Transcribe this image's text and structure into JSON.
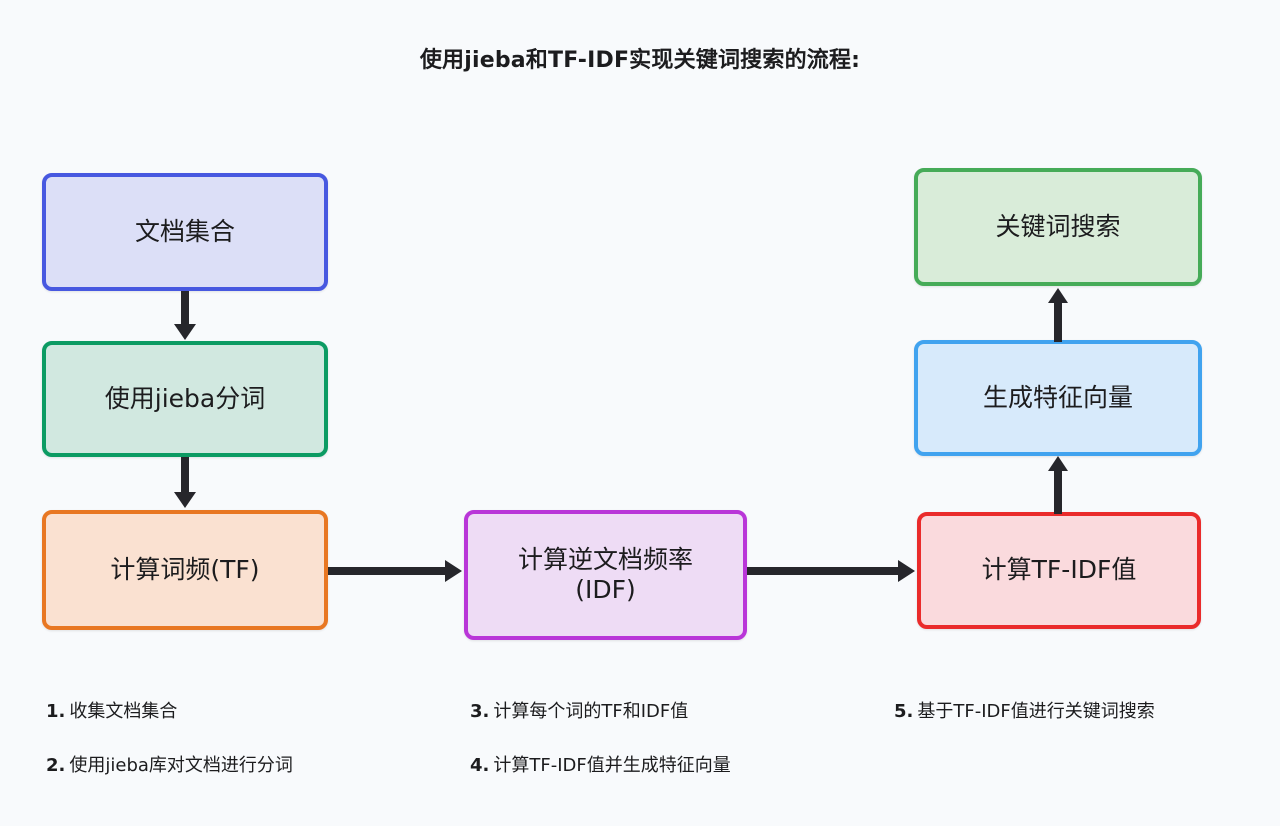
{
  "title": "使用jieba和TF-IDF实现关键词搜索的流程:",
  "background_color": "#f8fafc",
  "chart_data": {
    "type": "diagram",
    "title": "使用jieba和TF-IDF实现关键词搜索的流程:",
    "nodes": [
      {
        "id": "docs",
        "label": "文档集合",
        "border_color": "#4758e0",
        "fill_color": "#dcdff7"
      },
      {
        "id": "jieba",
        "label": "使用jieba分词",
        "border_color": "#0c9b63",
        "fill_color": "#d1e8e0"
      },
      {
        "id": "tf",
        "label": "计算词频(TF)",
        "border_color": "#e87722",
        "fill_color": "#fae1d1"
      },
      {
        "id": "idf",
        "label_line1": "计算逆文档频率",
        "label_line2": "(IDF)",
        "border_color": "#b936d8",
        "fill_color": "#eedcf5"
      },
      {
        "id": "tfidf",
        "label": "计算TF-IDF值",
        "border_color": "#ea2b2b",
        "fill_color": "#fadadd"
      },
      {
        "id": "vector",
        "label": "生成特征向量",
        "border_color": "#41a3ef",
        "fill_color": "#d7eafb"
      },
      {
        "id": "search",
        "label": "关键词搜索",
        "border_color": "#46ab58",
        "fill_color": "#d9ecd9"
      }
    ],
    "edges": [
      {
        "from": "docs",
        "to": "jieba",
        "direction": "down"
      },
      {
        "from": "jieba",
        "to": "tf",
        "direction": "down"
      },
      {
        "from": "tf",
        "to": "idf",
        "direction": "right"
      },
      {
        "from": "idf",
        "to": "tfidf",
        "direction": "right"
      },
      {
        "from": "tfidf",
        "to": "vector",
        "direction": "up"
      },
      {
        "from": "vector",
        "to": "search",
        "direction": "up"
      }
    ],
    "arrow_color": "#26262b"
  },
  "captions": {
    "col1": [
      {
        "num": "1.",
        "text": "收集文档集合"
      },
      {
        "num": "2.",
        "text": "使用jieba库对文档进行分词"
      }
    ],
    "col2": [
      {
        "num": "3.",
        "text": "计算每个词的TF和IDF值"
      },
      {
        "num": "4.",
        "text": "计算TF-IDF值并生成特征向量"
      }
    ],
    "col3": [
      {
        "num": "5.",
        "text": "基于TF-IDF值进行关键词搜索"
      }
    ]
  }
}
